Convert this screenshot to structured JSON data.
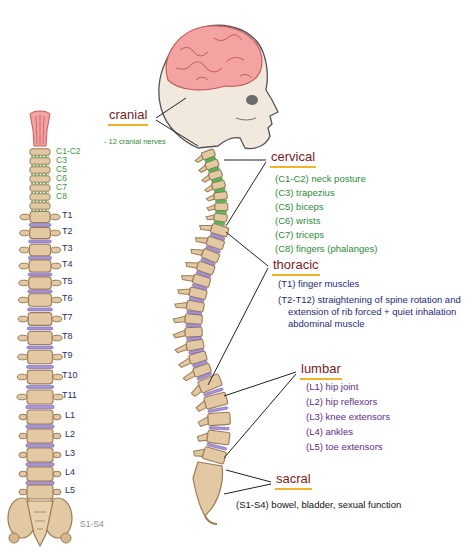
{
  "diagram": {
    "labels": [
      "cranial",
      "- 12 cranial nerves",
      "C1-C2",
      "C3",
      "C5",
      "C6",
      "C7",
      "C8",
      "T1",
      "T2",
      "T3",
      "T4",
      "T5",
      "T6",
      "T7",
      "T8",
      "T9",
      "T10",
      "T11",
      "L1",
      "L2",
      "L3",
      "L4",
      "L5",
      "S1-S4",
      "cervical",
      "(C1-C2) neck posture",
      "(C3) trapezius",
      "(C5) biceps",
      "(C6) wrists",
      "(C7) triceps",
      "(C8) fingers (phalanges)",
      "thoracic",
      "(T1) finger muscles",
      "(T2-T12) straightening of spine rotation and extension of rib forced + quiet inhalation abdominal muscle",
      "lumbar",
      "(L1) hip joint",
      "(L2) hip reflexors",
      "(L3) knee extensors",
      "(L4) ankles",
      "(L5) toe extensors",
      "sacral",
      "(S1-S4) bowel, bladder, sexual function"
    ]
  }
}
